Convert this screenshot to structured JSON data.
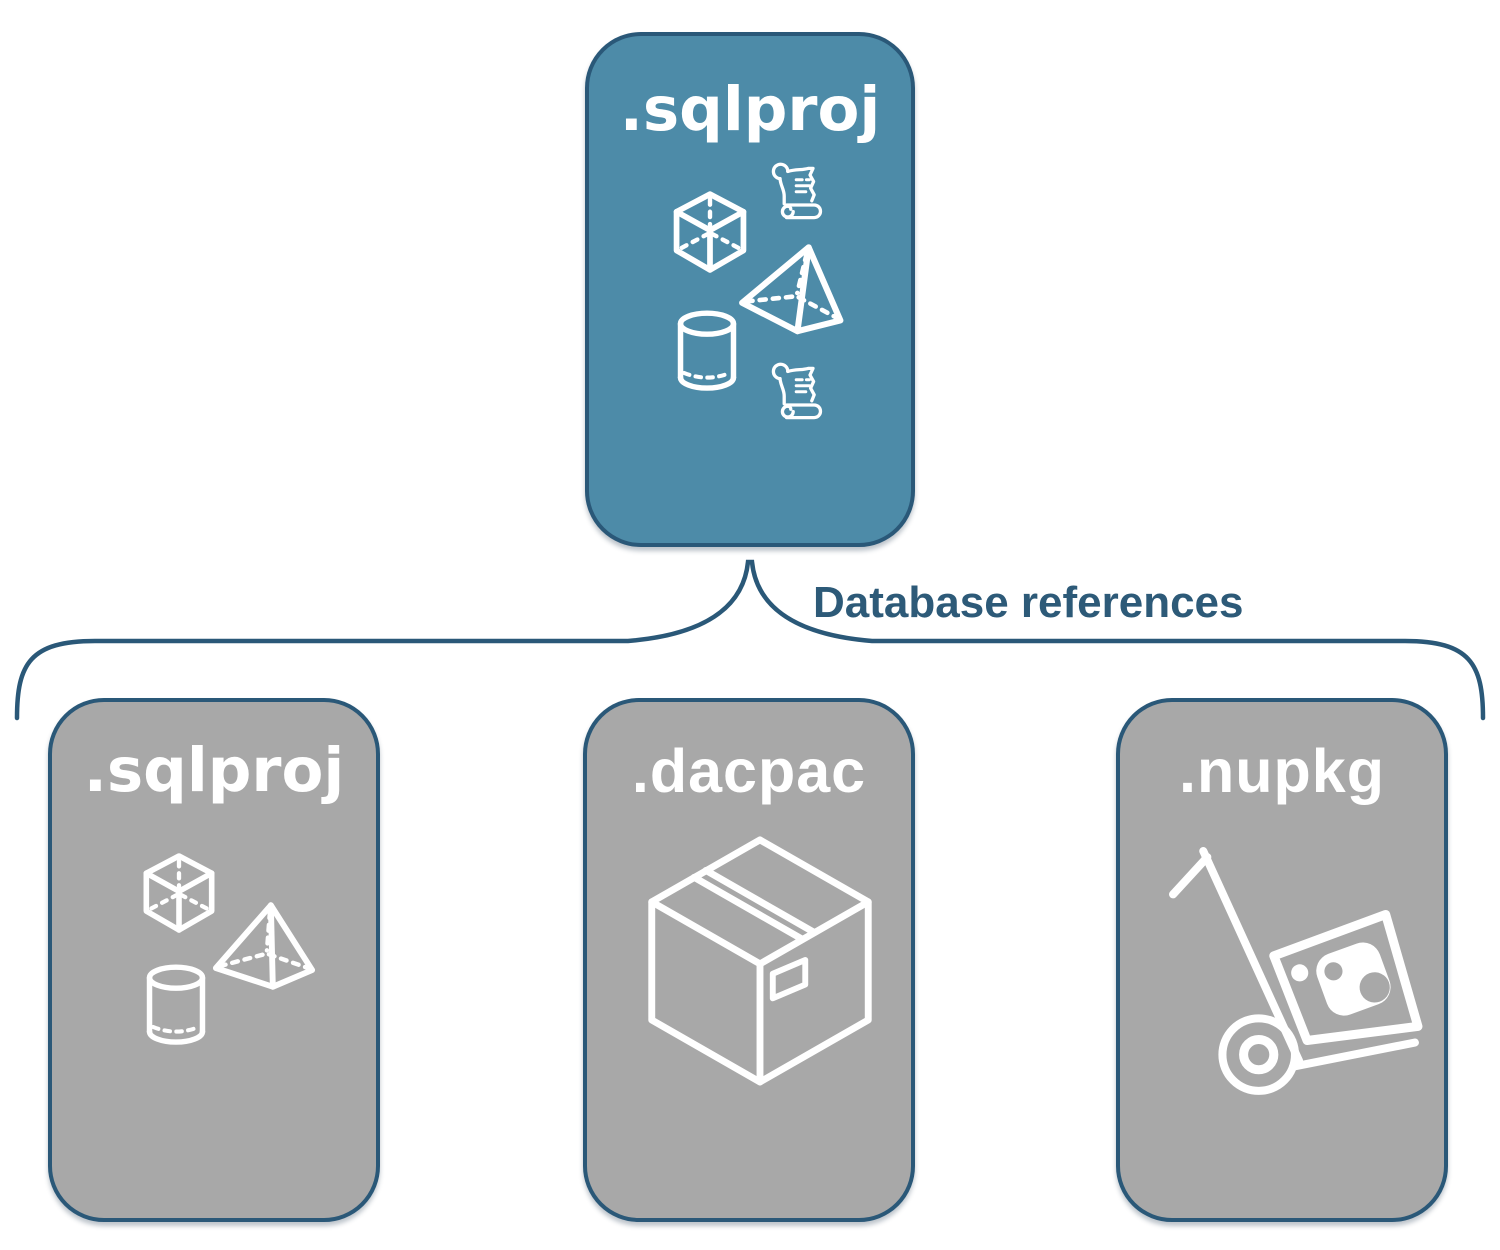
{
  "colors": {
    "accent_blue": "#4D8BA8",
    "node_gray": "#A8A8A8",
    "outline": "#2A5878",
    "label_text": "#2D5A78",
    "icon_white": "#FFFFFF"
  },
  "connector": {
    "label": "Database references"
  },
  "nodes": {
    "main": {
      "label": ".sqlproj",
      "icons": [
        "scroll-icon",
        "cube-icon",
        "pyramid-icon",
        "cylinder-icon",
        "scroll-icon"
      ]
    },
    "refs": [
      {
        "id": "sqlproj",
        "label": ".sqlproj",
        "icons": [
          "cube-icon",
          "pyramid-icon",
          "cylinder-icon"
        ]
      },
      {
        "id": "dacpac",
        "label": ".dacpac",
        "icons": [
          "package-icon"
        ]
      },
      {
        "id": "nupkg",
        "label": ".nupkg",
        "icons": [
          "hand-truck-icon"
        ]
      }
    ]
  }
}
